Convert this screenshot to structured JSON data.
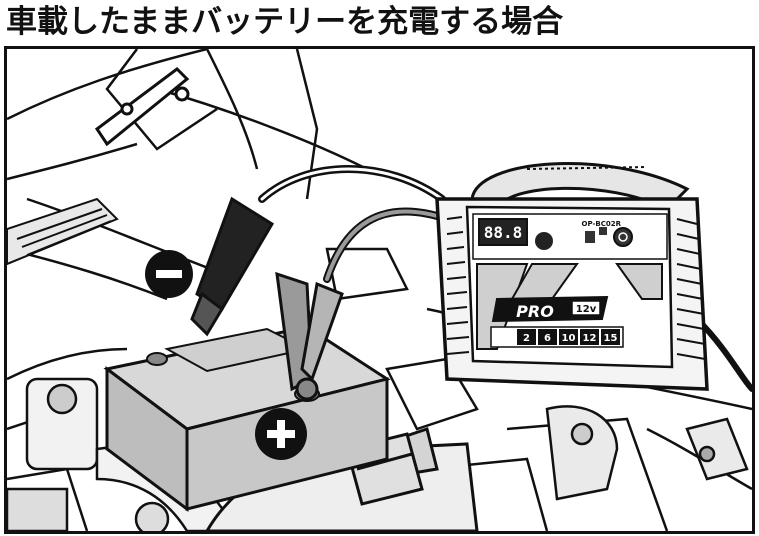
{
  "title": "車載したままバッテリーを充電する場合",
  "charger": {
    "display": "88.8",
    "model": "OP-BC02R",
    "brand": "PRO",
    "voltage": "12v",
    "amp_settings": [
      "2",
      "6",
      "10",
      "12",
      "15"
    ]
  },
  "terminals": {
    "negative": "−",
    "positive": "+"
  },
  "colors": {
    "ink": "#111111",
    "grey": "#9a9a9a",
    "light_grey": "#d9d9d9",
    "battery": "#c8c8c8"
  }
}
